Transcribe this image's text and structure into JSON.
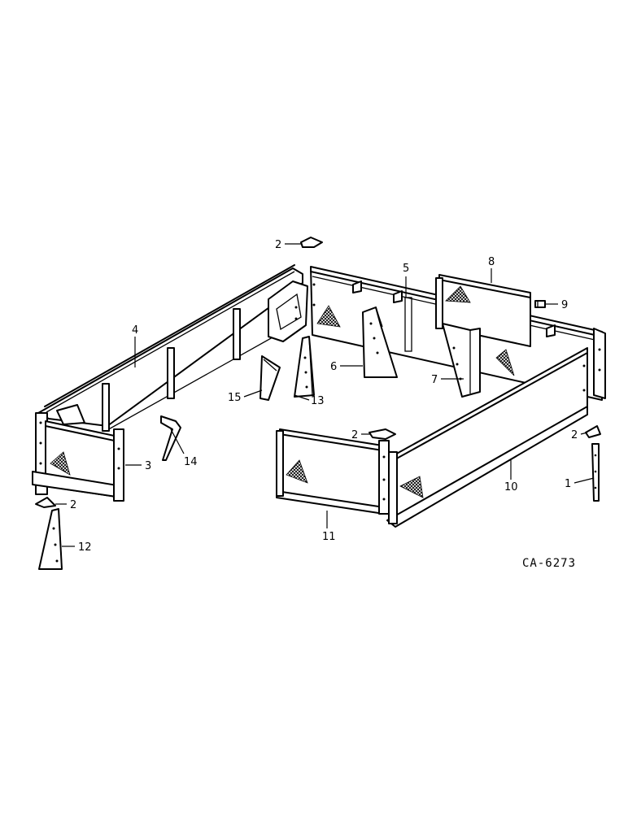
{
  "diagram": {
    "reference_code": "CA-6273",
    "callouts": [
      {
        "id": "c2a",
        "label": "2"
      },
      {
        "id": "c5",
        "label": "5"
      },
      {
        "id": "c8",
        "label": "8"
      },
      {
        "id": "c9",
        "label": "9"
      },
      {
        "id": "c4",
        "label": "4"
      },
      {
        "id": "c6",
        "label": "6"
      },
      {
        "id": "c7",
        "label": "7"
      },
      {
        "id": "c15",
        "label": "15"
      },
      {
        "id": "c13",
        "label": "13"
      },
      {
        "id": "c14",
        "label": "14"
      },
      {
        "id": "c3",
        "label": "3"
      },
      {
        "id": "c2b",
        "label": "2"
      },
      {
        "id": "c2c",
        "label": "2"
      },
      {
        "id": "c10",
        "label": "10"
      },
      {
        "id": "c1",
        "label": "1"
      },
      {
        "id": "c2d",
        "label": "2"
      },
      {
        "id": "c12",
        "label": "12"
      },
      {
        "id": "c11",
        "label": "11"
      }
    ]
  }
}
